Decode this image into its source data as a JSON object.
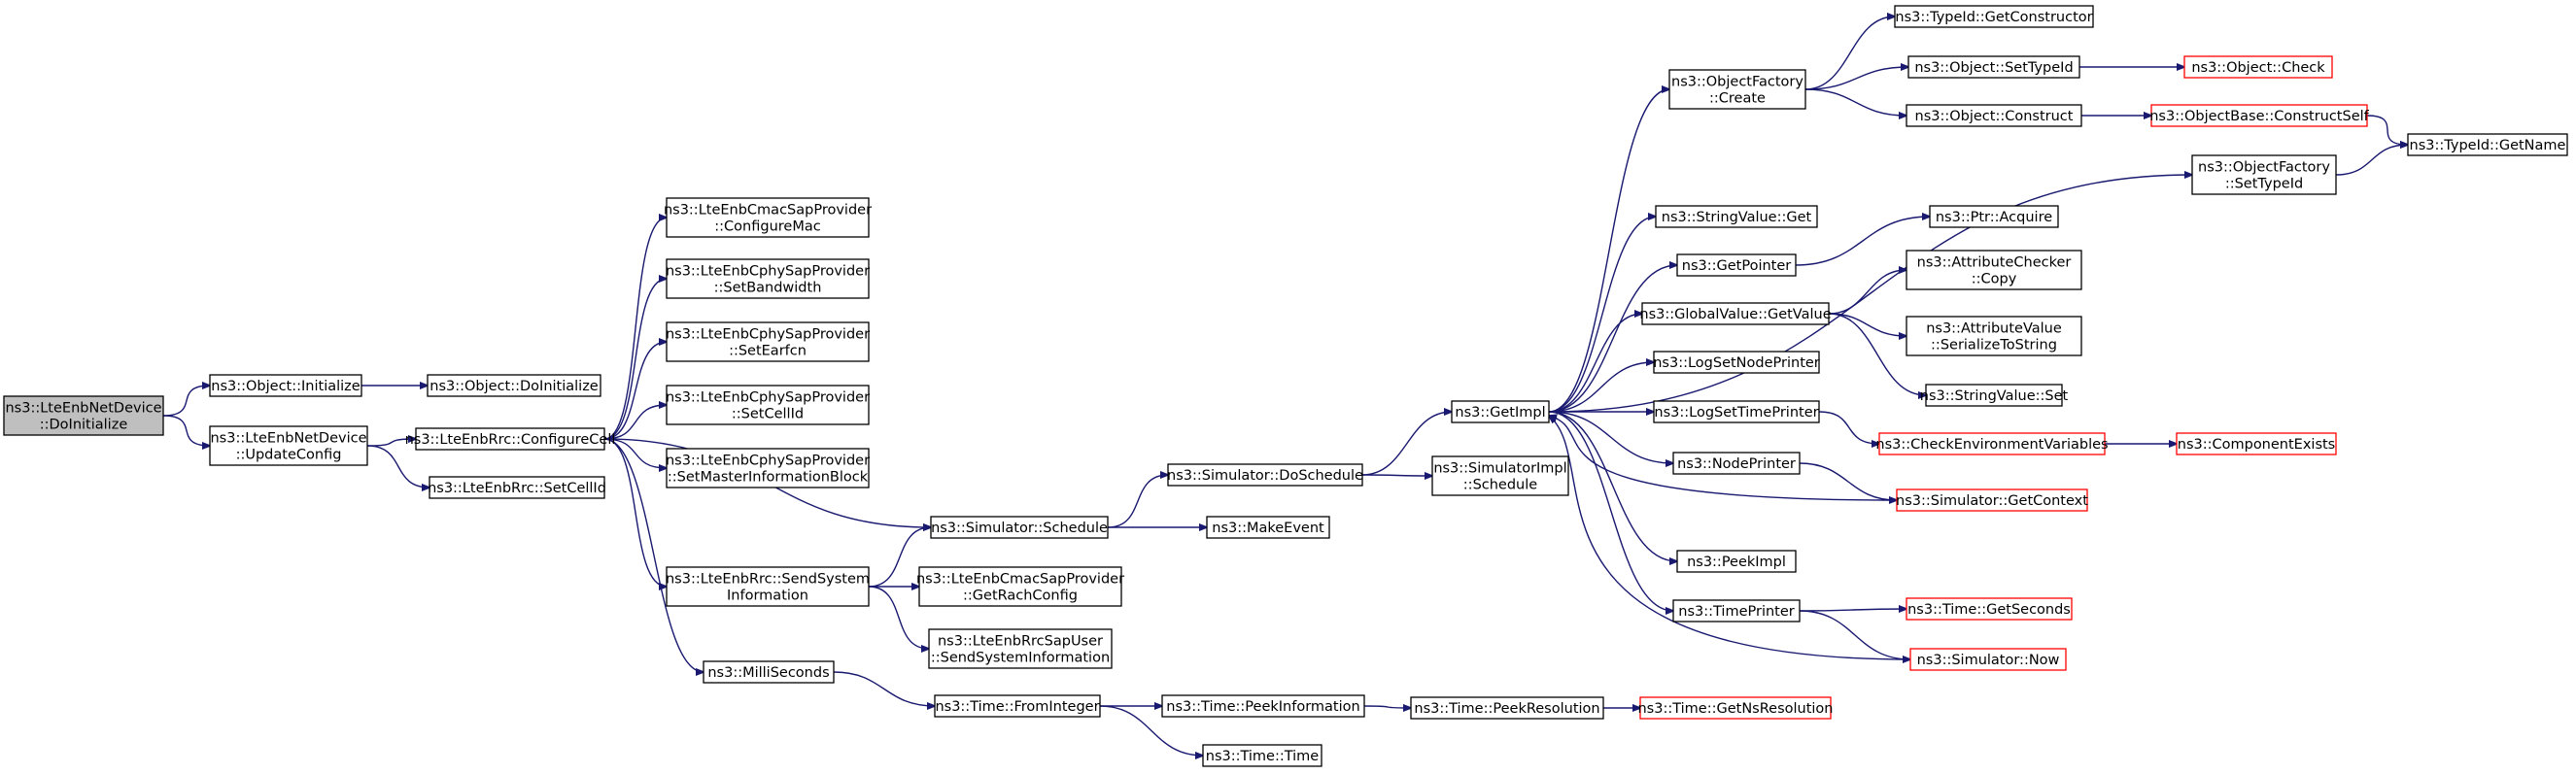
{
  "graph": {
    "colors": {
      "edge": "#191970",
      "root_fill": "#bfbfbf",
      "truncated_border": "#ff0000",
      "normal_border": "#000000"
    },
    "nodes": [
      {
        "id": "root",
        "lines": [
          "ns3::LteEnbNetDevice",
          "::DoInitialize"
        ],
        "style": "root"
      },
      {
        "id": "obj_init",
        "lines": [
          "ns3::Object::Initialize"
        ]
      },
      {
        "id": "updcfg",
        "lines": [
          "ns3::LteEnbNetDevice",
          "::UpdateConfig"
        ]
      },
      {
        "id": "obj_doinit",
        "lines": [
          "ns3::Object::DoInitialize"
        ]
      },
      {
        "id": "cfgcell",
        "lines": [
          "ns3::LteEnbRrc::ConfigureCell"
        ]
      },
      {
        "id": "setcellid_rrc",
        "lines": [
          "ns3::LteEnbRrc::SetCellId"
        ]
      },
      {
        "id": "cfgmac",
        "lines": [
          "ns3::LteEnbCmacSapProvider",
          "::ConfigureMac"
        ]
      },
      {
        "id": "setbw",
        "lines": [
          "ns3::LteEnbCphySapProvider",
          "::SetBandwidth"
        ]
      },
      {
        "id": "setearfcn",
        "lines": [
          "ns3::LteEnbCphySapProvider",
          "::SetEarfcn"
        ]
      },
      {
        "id": "setcellid_cphy",
        "lines": [
          "ns3::LteEnbCphySapProvider",
          "::SetCellId"
        ]
      },
      {
        "id": "setmib",
        "lines": [
          "ns3::LteEnbCphySapProvider",
          "::SetMasterInformationBlock"
        ]
      },
      {
        "id": "sendsys",
        "lines": [
          "ns3::LteEnbRrc::SendSystem",
          "Information"
        ]
      },
      {
        "id": "millisec",
        "lines": [
          "ns3::MilliSeconds"
        ]
      },
      {
        "id": "schedule",
        "lines": [
          "ns3::Simulator::Schedule"
        ]
      },
      {
        "id": "getrach",
        "lines": [
          "ns3::LteEnbCmacSapProvider",
          "::GetRachConfig"
        ]
      },
      {
        "id": "sapuser",
        "lines": [
          "ns3::LteEnbRrcSapUser",
          "::SendSystemInformation"
        ]
      },
      {
        "id": "fromint",
        "lines": [
          "ns3::Time::FromInteger"
        ]
      },
      {
        "id": "doschedule",
        "lines": [
          "ns3::Simulator::DoSchedule"
        ]
      },
      {
        "id": "makeevent",
        "lines": [
          "ns3::MakeEvent"
        ]
      },
      {
        "id": "peekinfo",
        "lines": [
          "ns3::Time::PeekInformation"
        ]
      },
      {
        "id": "timetime",
        "lines": [
          "ns3::Time::Time"
        ]
      },
      {
        "id": "getimpl",
        "lines": [
          "ns3::GetImpl"
        ]
      },
      {
        "id": "simimpl",
        "lines": [
          "ns3::SimulatorImpl",
          "::Schedule"
        ]
      },
      {
        "id": "peekres",
        "lines": [
          "ns3::Time::PeekResolution"
        ]
      },
      {
        "id": "getnsres",
        "lines": [
          "ns3::Time::GetNsResolution"
        ],
        "style": "truncated"
      },
      {
        "id": "ofcreate",
        "lines": [
          "ns3::ObjectFactory",
          "::Create"
        ]
      },
      {
        "id": "strget",
        "lines": [
          "ns3::StringValue::Get"
        ]
      },
      {
        "id": "getptr",
        "lines": [
          "ns3::GetPointer"
        ]
      },
      {
        "id": "gvget",
        "lines": [
          "ns3::GlobalValue::GetValue"
        ]
      },
      {
        "id": "lognode",
        "lines": [
          "ns3::LogSetNodePrinter"
        ]
      },
      {
        "id": "logtime",
        "lines": [
          "ns3::LogSetTimePrinter"
        ]
      },
      {
        "id": "nodeprinter",
        "lines": [
          "ns3::NodePrinter"
        ]
      },
      {
        "id": "peekimpl",
        "lines": [
          "ns3::PeekImpl"
        ]
      },
      {
        "id": "timeprinter",
        "lines": [
          "ns3::TimePrinter"
        ]
      },
      {
        "id": "getctor",
        "lines": [
          "ns3::TypeId::GetConstructor"
        ]
      },
      {
        "id": "settypeid_obj",
        "lines": [
          "ns3::Object::SetTypeId"
        ]
      },
      {
        "id": "objconstruct",
        "lines": [
          "ns3::Object::Construct"
        ]
      },
      {
        "id": "ofsettypeid",
        "lines": [
          "ns3::ObjectFactory",
          "::SetTypeId"
        ]
      },
      {
        "id": "ptracquire",
        "lines": [
          "ns3::Ptr::Acquire"
        ]
      },
      {
        "id": "attrcopy",
        "lines": [
          "ns3::AttributeChecker",
          "::Copy"
        ]
      },
      {
        "id": "attrser",
        "lines": [
          "ns3::AttributeValue",
          "::SerializeToString"
        ]
      },
      {
        "id": "strset",
        "lines": [
          "ns3::StringValue::Set"
        ]
      },
      {
        "id": "checkenv",
        "lines": [
          "ns3::CheckEnvironmentVariables"
        ],
        "style": "truncated"
      },
      {
        "id": "getctx",
        "lines": [
          "ns3::Simulator::GetContext"
        ],
        "style": "truncated"
      },
      {
        "id": "getsecs",
        "lines": [
          "ns3::Time::GetSeconds"
        ],
        "style": "truncated"
      },
      {
        "id": "simnow",
        "lines": [
          "ns3::Simulator::Now"
        ],
        "style": "truncated"
      },
      {
        "id": "objcheck",
        "lines": [
          "ns3::Object::Check"
        ],
        "style": "truncated"
      },
      {
        "id": "constructself",
        "lines": [
          "ns3::ObjectBase::ConstructSelf"
        ],
        "style": "truncated"
      },
      {
        "id": "tidgetname",
        "lines": [
          "ns3::TypeId::GetName"
        ]
      },
      {
        "id": "compexists",
        "lines": [
          "ns3::ComponentExists"
        ],
        "style": "truncated"
      }
    ],
    "edges": [
      [
        "root",
        "obj_init"
      ],
      [
        "root",
        "updcfg"
      ],
      [
        "obj_init",
        "obj_doinit"
      ],
      [
        "updcfg",
        "cfgcell"
      ],
      [
        "updcfg",
        "setcellid_rrc"
      ],
      [
        "cfgcell",
        "cfgmac"
      ],
      [
        "cfgcell",
        "setbw"
      ],
      [
        "cfgcell",
        "setearfcn"
      ],
      [
        "cfgcell",
        "setcellid_cphy"
      ],
      [
        "cfgcell",
        "setmib"
      ],
      [
        "cfgcell",
        "schedule"
      ],
      [
        "cfgcell",
        "sendsys"
      ],
      [
        "cfgcell",
        "millisec"
      ],
      [
        "sendsys",
        "schedule"
      ],
      [
        "sendsys",
        "getrach"
      ],
      [
        "sendsys",
        "sapuser"
      ],
      [
        "millisec",
        "fromint"
      ],
      [
        "schedule",
        "doschedule"
      ],
      [
        "schedule",
        "makeevent"
      ],
      [
        "fromint",
        "peekinfo"
      ],
      [
        "fromint",
        "timetime"
      ],
      [
        "doschedule",
        "getimpl"
      ],
      [
        "doschedule",
        "simimpl"
      ],
      [
        "peekinfo",
        "peekres"
      ],
      [
        "peekres",
        "getnsres"
      ],
      [
        "getimpl",
        "ofcreate"
      ],
      [
        "getimpl",
        "ofsettypeid"
      ],
      [
        "getimpl",
        "strget"
      ],
      [
        "getimpl",
        "getptr"
      ],
      [
        "getimpl",
        "gvget"
      ],
      [
        "getimpl",
        "lognode"
      ],
      [
        "getimpl",
        "logtime"
      ],
      [
        "getimpl",
        "nodeprinter"
      ],
      [
        "getimpl",
        "peekimpl"
      ],
      [
        "getimpl",
        "timeprinter"
      ],
      [
        "ofcreate",
        "getctor"
      ],
      [
        "ofcreate",
        "settypeid_obj"
      ],
      [
        "ofcreate",
        "objconstruct"
      ],
      [
        "settypeid_obj",
        "objcheck"
      ],
      [
        "objconstruct",
        "constructself"
      ],
      [
        "constructself",
        "tidgetname"
      ],
      [
        "ofsettypeid",
        "tidgetname"
      ],
      [
        "getptr",
        "ptracquire"
      ],
      [
        "gvget",
        "attrcopy"
      ],
      [
        "gvget",
        "attrser"
      ],
      [
        "gvget",
        "strset"
      ],
      [
        "logtime",
        "checkenv"
      ],
      [
        "checkenv",
        "compexists"
      ],
      [
        "nodeprinter",
        "getctx"
      ],
      [
        "getctx",
        "getimpl"
      ],
      [
        "timeprinter",
        "getsecs"
      ],
      [
        "timeprinter",
        "simnow"
      ],
      [
        "simnow",
        "getimpl"
      ]
    ]
  }
}
